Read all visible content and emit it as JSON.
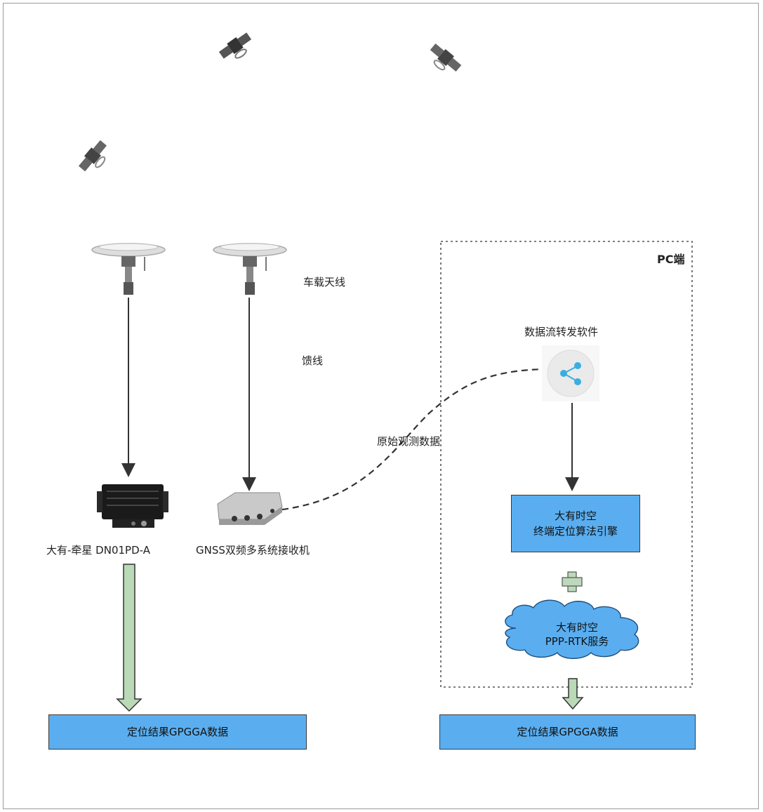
{
  "labels": {
    "antenna": "车载天线",
    "feeder": "馈线",
    "raw_obs": "原始观测数据",
    "device_left": "大有-牵星 DN01PD-A",
    "device_mid": "GNSS双频多系统接收机",
    "forward_software": "数据流转发软件",
    "pc": "PC端"
  },
  "boxes": {
    "result_left": "定位结果GPGGA数据",
    "result_right": "定位结果GPGGA数据",
    "engine_line1": "大有时空",
    "engine_line2": "终端定位算法引擎"
  },
  "cloud": {
    "line1": "大有时空",
    "line2": "PPP-RTK服务"
  },
  "icons": [
    "satellite-icon",
    "antenna-icon",
    "receiver-icon",
    "share-icon",
    "plus-icon",
    "cloud-icon"
  ],
  "colors": {
    "box_fill": "#5aaef0",
    "cloud_fill": "#5aaef0",
    "hollow_arrow_fill": "#b9d9b7",
    "share_icon": "#3aaee0"
  }
}
